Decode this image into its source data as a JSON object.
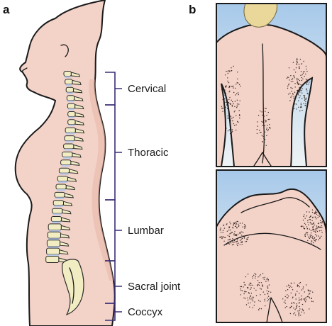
{
  "panels": [
    {
      "letter": "a"
    },
    {
      "letter": "b"
    }
  ],
  "spine_regions": [
    {
      "label": "Cervical"
    },
    {
      "label": "Thoracic"
    },
    {
      "label": "Lumbar"
    },
    {
      "label": "Sacral joint"
    },
    {
      "label": "Coccyx"
    }
  ],
  "colors": {
    "skin": "#f3d2c8",
    "skin_shade": "#e7b7a8",
    "outline": "#1a1a1a",
    "bone": "#f1ecc2",
    "bone_outline": "#2b2b2b",
    "disc": "#b9c8e8",
    "bracket": "#3a2f78",
    "sky_top": "#a7c9ea",
    "sky_bottom": "#eef3f4",
    "hair": "#e9d89a"
  }
}
